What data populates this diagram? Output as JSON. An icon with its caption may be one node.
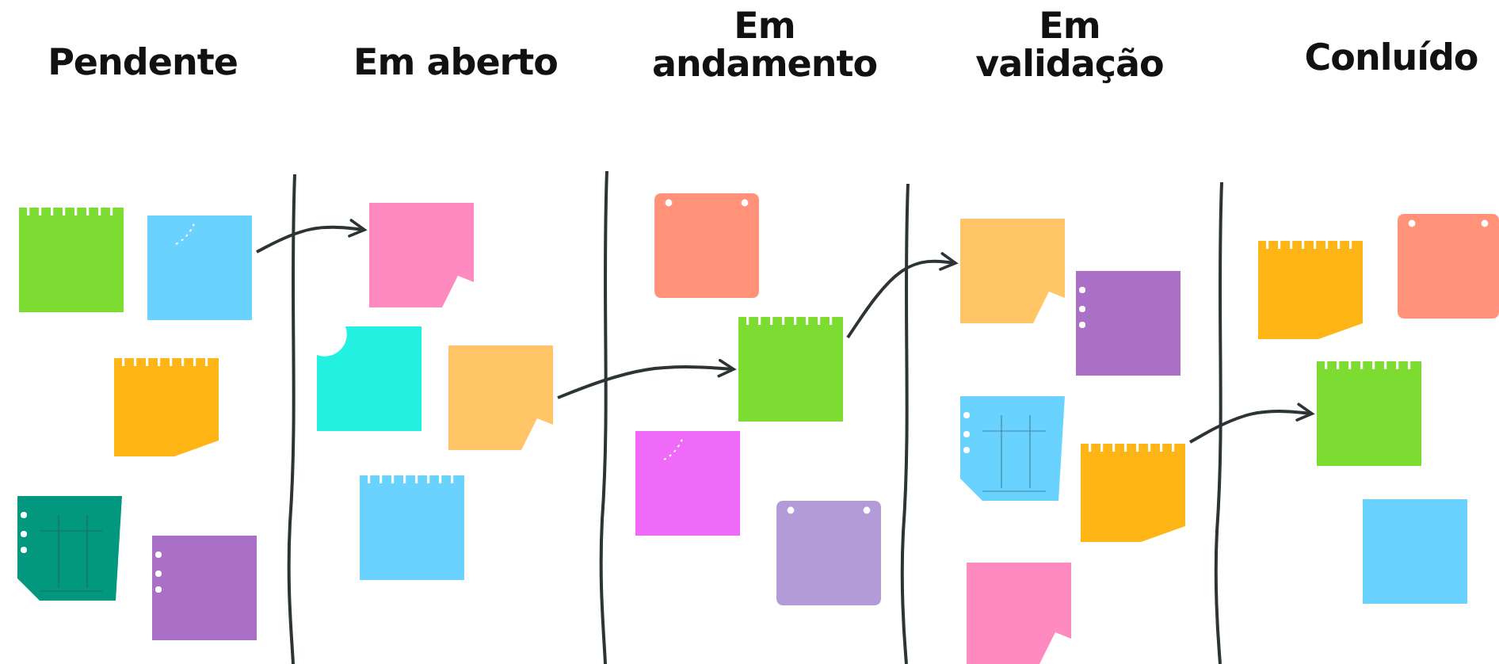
{
  "diagram": {
    "nodes": [
      {
        "text": [],
        "shape": "box"
      },
      {
        "text": [],
        "shape": "box"
      },
      {
        "text": [],
        "shape": "box"
      },
      {
        "text": [],
        "shape": "box"
      },
      {
        "text": [],
        "shape": "box"
      },
      {
        "text": [],
        "shape": "box"
      },
      {
        "text": [],
        "shape": "box"
      },
      {
        "text": [],
        "shape": "box"
      },
      {
        "text": [],
        "shape": "box"
      },
      {
        "text": [],
        "shape": "box"
      },
      {
        "text": [],
        "shape": "box"
      },
      {
        "text": [],
        "shape": "box"
      },
      {
        "text": [],
        "shape": "box"
      },
      {
        "text": [],
        "shape": "box"
      },
      {
        "text": [],
        "shape": "box"
      },
      {
        "text": [],
        "shape": "box"
      },
      {
        "text": [],
        "shape": "box"
      },
      {
        "text": [],
        "shape": "box"
      },
      {
        "text": [],
        "shape": "box"
      },
      {
        "text": [],
        "shape": "box"
      },
      {
        "text": [],
        "shape": "box"
      },
      {
        "text": [],
        "shape": "box"
      }
    ],
    "edges": [
      {
        "from": 1,
        "to": 5,
        "arrow": "to"
      },
      {
        "from": 7,
        "to": 10,
        "arrow": "to"
      },
      {
        "from": 10,
        "to": 13,
        "arrow": "to"
      },
      {
        "from": 16,
        "to": 20,
        "arrow": "to"
      }
    ],
    "labels": [
      "Pendente",
      "Em aberto",
      "Em andamento",
      "Em validação",
      "Conluído"
    ]
  }
}
